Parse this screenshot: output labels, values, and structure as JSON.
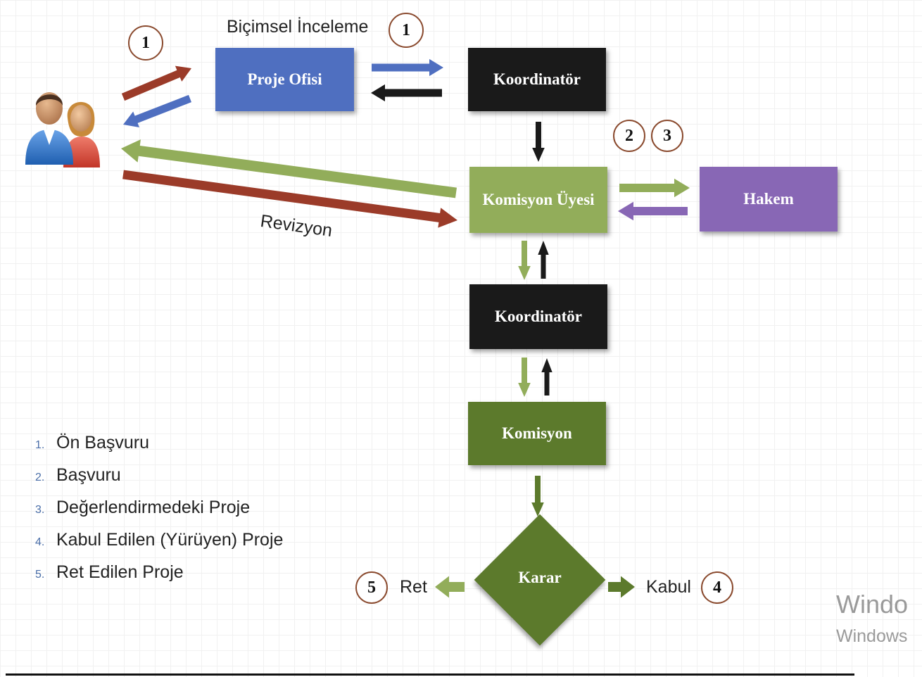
{
  "nodes": {
    "proje_ofisi": "Proje Ofisi",
    "koordinator_top": "Koordinatör",
    "komisyon_uyesi": "Komisyon Üyesi",
    "hakem": "Hakem",
    "koordinator_mid": "Koordinatör",
    "komisyon": "Komisyon",
    "karar": "Karar"
  },
  "labels": {
    "bicimsel_inceleme": "Biçimsel İnceleme",
    "revizyon": "Revizyon",
    "ret": "Ret",
    "kabul": "Kabul"
  },
  "badges": {
    "b1_left": "1",
    "b1_right": "1",
    "b2": "2",
    "b3": "3",
    "b4": "4",
    "b5": "5"
  },
  "legend": [
    {
      "num": "1.",
      "text": "Ön Başvuru"
    },
    {
      "num": "2.",
      "text": "Başvuru"
    },
    {
      "num": "3.",
      "text": "Değerlendirmedeki Proje"
    },
    {
      "num": "4.",
      "text": "Kabul Edilen (Yürüyen) Proje"
    },
    {
      "num": "5.",
      "text": "Ret Edilen Proje"
    }
  ],
  "watermark": {
    "line1": "Windo",
    "line2": "Windows"
  },
  "colors": {
    "blue": "#4f6fc0",
    "black": "#1a1a1a",
    "light_green": "#92ad5a",
    "dark_green": "#5c7a2c",
    "purple": "#8867b5",
    "red": "#9b3b29",
    "badge_border": "#8a4a2e"
  }
}
